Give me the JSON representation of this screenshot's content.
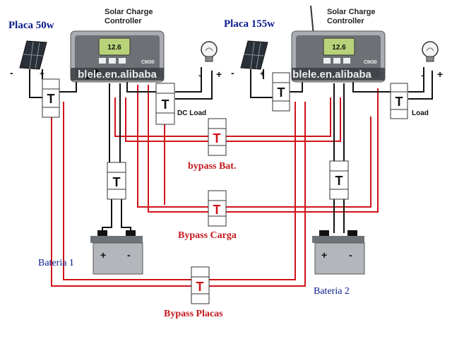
{
  "panels": [
    {
      "label": "Placa 50w"
    },
    {
      "label": "Placa 155w"
    }
  ],
  "controllers": [
    {
      "title_line1": "Solar Charge",
      "title_line2": "Controller",
      "lcd": "12.6",
      "model": "CM30"
    },
    {
      "title_line1": "Solar Charge",
      "title_line2": "Controller",
      "lcd": "12.6",
      "model": "CM30"
    }
  ],
  "watermark": "blele.en.alibaba",
  "loads": [
    {
      "label": "DC Load"
    },
    {
      "label": "Load"
    }
  ],
  "batteries": [
    {
      "label": "Bateria 1"
    },
    {
      "label": "Bateria 2"
    }
  ],
  "bypasses": [
    {
      "label": "bypass Bat."
    },
    {
      "label": "Bypass Carga"
    },
    {
      "label": "Bypass Placas"
    }
  ],
  "signs": {
    "plus": "+",
    "minus": "-"
  },
  "breaker_glyph": "T",
  "colors": {
    "wire_red": "#d0121a",
    "wire_black": "#111111",
    "label_blue": "#0a1a8c",
    "label_red": "#c4161c",
    "controller_body": "#a9acb0",
    "lcd": "#b8d27a"
  }
}
